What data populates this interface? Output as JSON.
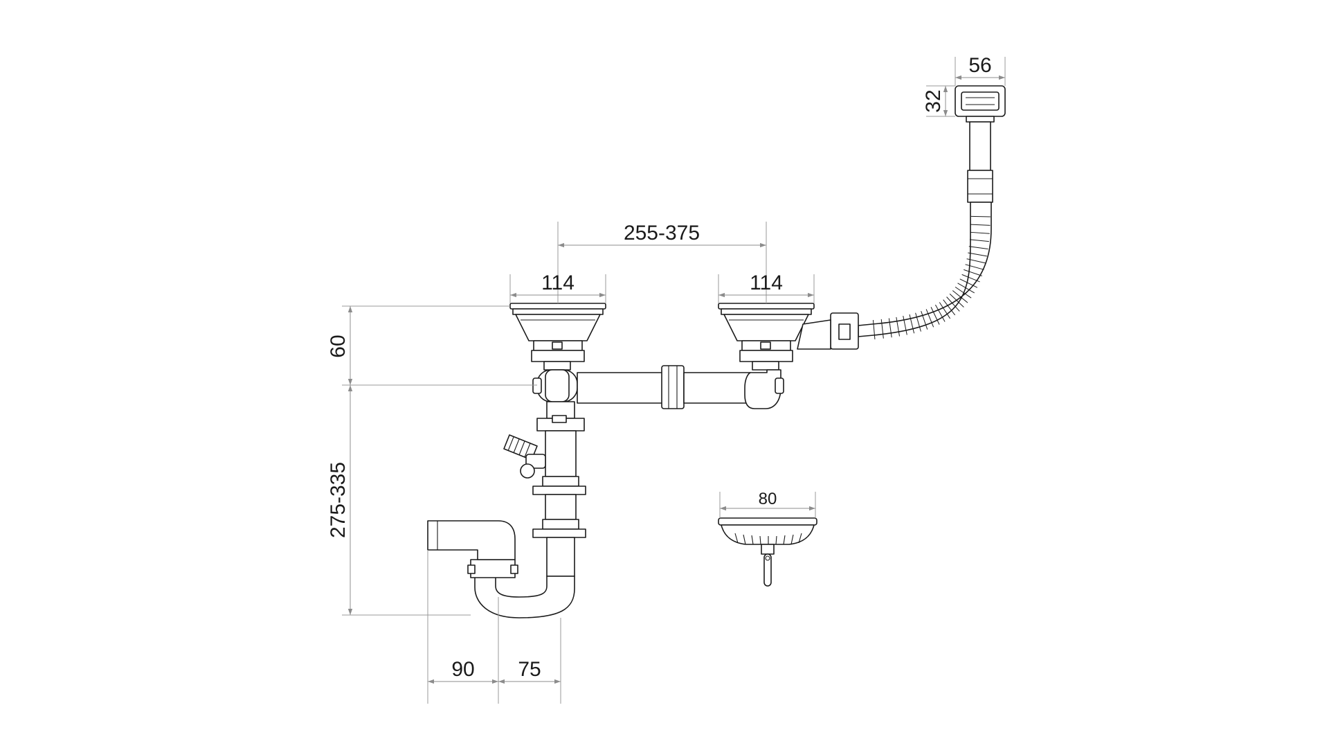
{
  "dimensions": {
    "overflow_width": "56",
    "overflow_height": "32",
    "bowl_spacing": "255-375",
    "left_strainer_diameter": "114",
    "right_strainer_diameter": "114",
    "strainer_depth": "60",
    "trap_height": "275-335",
    "outlet_offset": "90",
    "trap_offset": "75",
    "basket_diameter": "80"
  },
  "colors": {
    "outline": "#1a1a1a",
    "dimension": "#8c8c8c"
  }
}
